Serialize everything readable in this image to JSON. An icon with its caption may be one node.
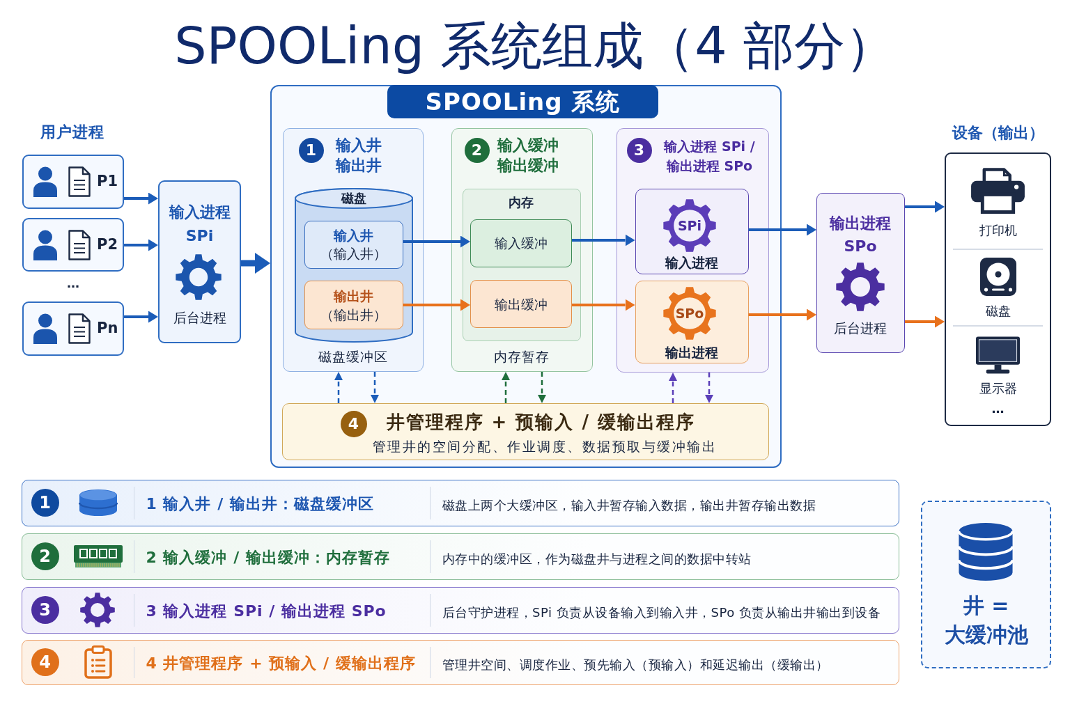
{
  "diagram": {
    "title": "SPOOLing 系统组成（4 部分）",
    "nodes": [
      {
        "text": [
          "P1"
        ]
      },
      {
        "text": [
          "P2"
        ]
      },
      {
        "text": [
          "Pn"
        ]
      },
      {
        "text": [
          "输入进程 SPi",
          "后台进程"
        ]
      },
      {
        "text": [
          "SPOOLing 系统"
        ]
      },
      {
        "text": [
          "1",
          "输入井",
          "输出井",
          "磁盘缓冲区"
        ],
        "in": 4
      },
      {
        "text": [
          "磁盘"
        ],
        "in": 5
      },
      {
        "text": [
          "输入井",
          "（输入井）"
        ],
        "in": 6
      },
      {
        "text": [
          "输出井",
          "（输出井）"
        ],
        "in": 6
      },
      {
        "text": [
          "2",
          "输入缓冲",
          "输出缓冲",
          "内存暂存"
        ],
        "in": 4
      },
      {
        "text": [
          "内存"
        ],
        "in": 9
      },
      {
        "text": [
          "输入缓冲"
        ],
        "in": 10
      },
      {
        "text": [
          "输出缓冲"
        ],
        "in": 10
      },
      {
        "text": [
          "3",
          "输入进程 SPi / 输出进程 SPo"
        ],
        "in": 4
      },
      {
        "text": [
          "SPi",
          "输入进程"
        ],
        "in": 13
      },
      {
        "text": [
          "SPo",
          "输出进程"
        ],
        "in": 13
      },
      {
        "text": [
          "4",
          "井管理程序 + 预输入 / 缓输出程序",
          "管理井的空间分配、作业调度、数据预取与缓冲输出"
        ],
        "in": 4
      },
      {
        "text": [
          "输出进程 SPo",
          "后台进程"
        ]
      },
      {
        "text": [
          "设备（输出）",
          "打印机",
          "磁盘",
          "显示器",
          "…"
        ]
      },
      {
        "text": [
          "1",
          "1 输入井 / 输出井：磁盘缓冲区",
          "磁盘上两个大缓冲区，输入井暂存输入数据，输出井暂存输出数据"
        ]
      },
      {
        "text": [
          "2",
          "2 输入缓冲 / 输出缓冲：内存暂存",
          "内存中的缓冲区，作为磁盘井与进程之间的数据中转站"
        ]
      },
      {
        "text": [
          "3",
          "3 输入进程 SPi / 输出进程 SPo",
          "后台守护进程，SPi 负责从设备输入到输入井，SPo 负责从输出井输出到设备"
        ]
      },
      {
        "text": [
          "4",
          "4 井管理程序 + 预输入 / 缓输出程序",
          "管理井空间、调度作业、预先输入（预输入）和延迟输出（缓输出）"
        ]
      },
      {
        "text": [
          "井 = 大缓冲池"
        ]
      }
    ],
    "edges": [
      {
        "from": 0,
        "to": 3,
        "arrow": "to"
      },
      {
        "from": 1,
        "to": 3,
        "arrow": "to"
      },
      {
        "from": 2,
        "to": 3,
        "arrow": "to"
      },
      {
        "from": 3,
        "to": 4,
        "arrow": "to",
        "style": "thick"
      },
      {
        "from": 7,
        "to": 11,
        "arrow": "to"
      },
      {
        "from": 8,
        "to": 12,
        "arrow": "to",
        "color": "#e8711c"
      },
      {
        "from": 11,
        "to": 14,
        "arrow": "to"
      },
      {
        "from": 12,
        "to": 15,
        "arrow": "to",
        "color": "#e8711c"
      },
      {
        "from": 14,
        "to": 17,
        "arrow": "to"
      },
      {
        "from": 15,
        "to": 17,
        "arrow": "to",
        "color": "#e8711c"
      },
      {
        "from": 17,
        "to": 18,
        "arrow": "to"
      },
      {
        "from": 17,
        "to": 18,
        "arrow": "to",
        "color": "#e8711c"
      },
      {
        "from": 16,
        "to": 5,
        "arrow": "to",
        "style": "dashed"
      },
      {
        "from": 5,
        "to": 16,
        "arrow": "to",
        "style": "dashed"
      },
      {
        "from": 16,
        "to": 9,
        "arrow": "to",
        "style": "dashed",
        "color": "#1f6e3c"
      },
      {
        "from": 9,
        "to": 16,
        "arrow": "to",
        "style": "dashed",
        "color": "#1f6e3c"
      },
      {
        "from": 16,
        "to": 13,
        "arrow": "to",
        "style": "dashed",
        "color": "#5b3fb8"
      },
      {
        "from": 13,
        "to": 16,
        "arrow": "to",
        "style": "dashed",
        "color": "#5b3fb8"
      }
    ],
    "labels": [
      "用户进程",
      "…"
    ]
  }
}
